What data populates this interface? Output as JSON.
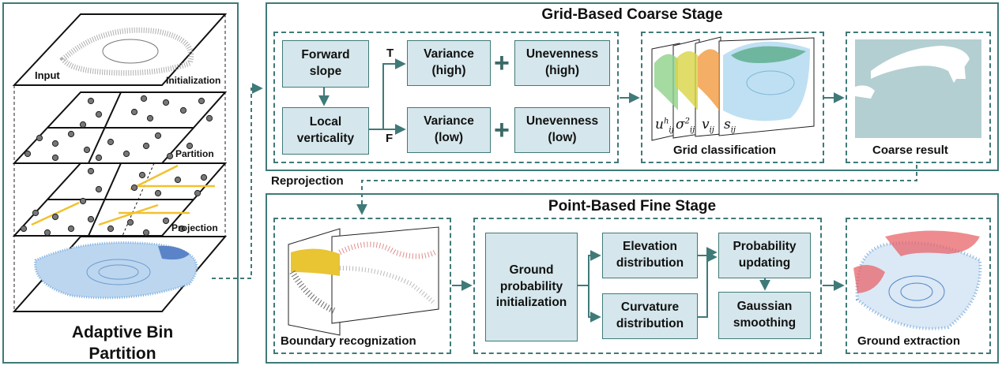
{
  "left_panel": {
    "layer_input": "Input",
    "layer_initialization": "Initialization",
    "layer_partition": "Partition",
    "layer_projection": "Projection",
    "title": "Adaptive Bin\nPartition"
  },
  "coarse_stage": {
    "title": "Grid-Based Coarse Stage",
    "forward_slope": "Forward\nslope",
    "local_verticality": "Local\nverticality",
    "branch_true": "T",
    "branch_false": "F",
    "variance_high": "Variance\n(high)",
    "unevenness_high": "Unevenness\n(high)",
    "variance_low": "Variance\n(low)",
    "unevenness_low": "Unevenness\n(low)",
    "plus": "+",
    "grid_classification": "Grid classification",
    "coarse_result": "Coarse result",
    "feature_labels": [
      "u",
      "σ",
      "v",
      "s"
    ],
    "feature_sub": "ij",
    "feature_sup_u": "h",
    "feature_sup_sigma": "2"
  },
  "reprojection": "Reprojection",
  "fine_stage": {
    "title": "Point-Based Fine Stage",
    "boundary_recognization": "Boundary recognization",
    "ground_probability_init": "Ground\nprobability\ninitialization",
    "elevation_distribution": "Elevation\ndistribution",
    "curvature_distribution": "Curvature\ndistribution",
    "probability_updating": "Probability\nupdating",
    "gaussian_smoothing": "Gaussian\nsmoothing",
    "ground_extraction": "Ground extraction"
  },
  "colors": {
    "border": "#3f7a78",
    "box_fill": "#d5e7ec",
    "arrow": "#3f7a78",
    "partition_line": "#f2c12e",
    "ground_blue": "#7fb0de",
    "nonground_red": "#e8646a",
    "layer_green": "#8fd18a",
    "layer_yellow": "#d8d545",
    "layer_orange": "#f19a3e"
  }
}
